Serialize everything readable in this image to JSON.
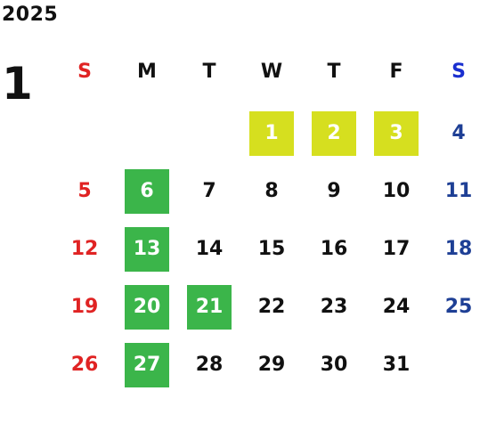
{
  "year": "2025",
  "month": "1",
  "colors": {
    "sunday": "#e02323",
    "saturday": "#1e3f95",
    "weekday": "#111111",
    "highlight_yellow": "#d6df1f",
    "highlight_green": "#3bb54a",
    "highlight_text": "#ffffff"
  },
  "weekdays": [
    "S",
    "M",
    "T",
    "W",
    "T",
    "F",
    "S"
  ],
  "weeks": [
    [
      null,
      null,
      null,
      "1",
      "2",
      "3",
      "4"
    ],
    [
      "5",
      "6",
      "7",
      "8",
      "9",
      "10",
      "11"
    ],
    [
      "12",
      "13",
      "14",
      "15",
      "16",
      "17",
      "18"
    ],
    [
      "19",
      "20",
      "21",
      "22",
      "23",
      "24",
      "25"
    ],
    [
      "26",
      "27",
      "28",
      "29",
      "30",
      "31",
      null
    ]
  ],
  "highlights": {
    "yellow": [
      "1",
      "2",
      "3"
    ],
    "green": [
      "6",
      "13",
      "20",
      "21",
      "27"
    ]
  }
}
